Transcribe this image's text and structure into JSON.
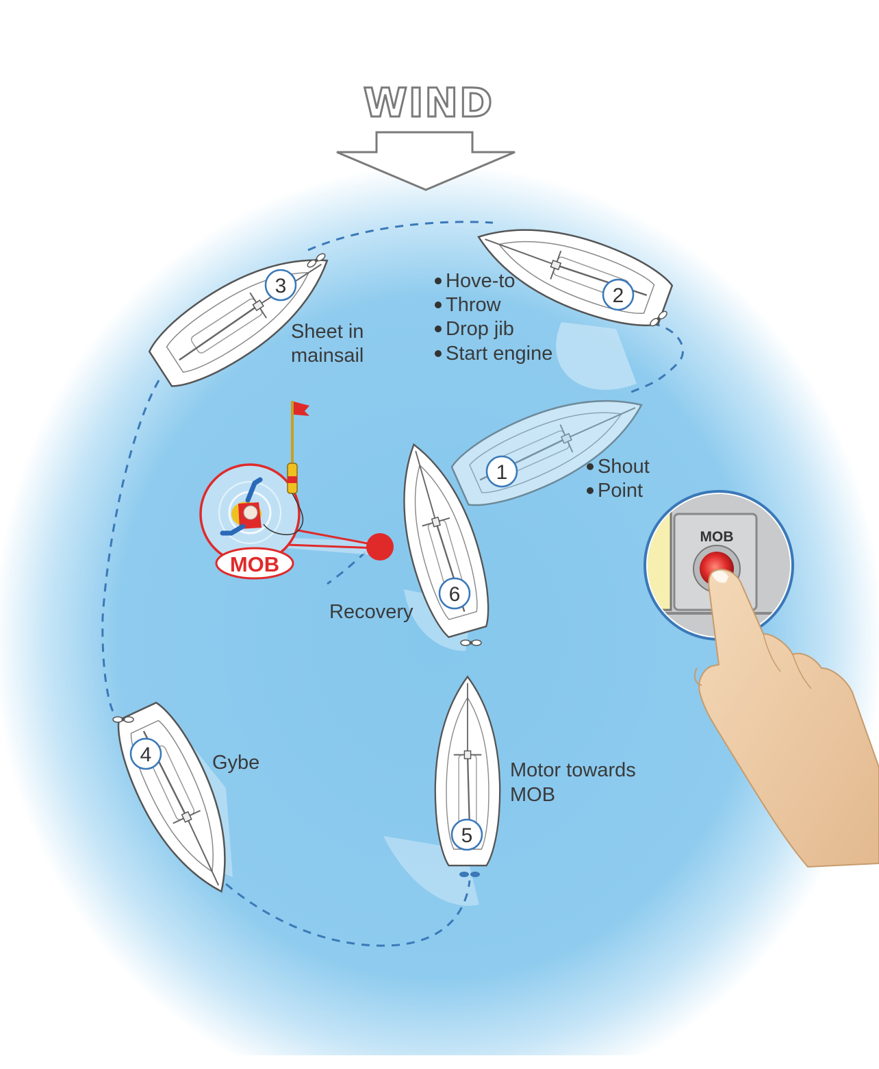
{
  "wind_label": "WIND",
  "colors": {
    "water": "#8ecbee",
    "water_edge": "#ffffff",
    "path": "#3a78b8",
    "mob_red": "#e02a2a",
    "boat_hull": "#ffffff",
    "boat_outline": "#555555"
  },
  "boats": [
    {
      "number": "1",
      "notes": [
        "Shout",
        "Point"
      ]
    },
    {
      "number": "2",
      "notes": [
        "Hove-to",
        "Throw",
        "Drop jib",
        "Start engine"
      ]
    },
    {
      "number": "3",
      "caption": [
        "Sheet in",
        "mainsail"
      ]
    },
    {
      "number": "4",
      "caption": [
        "Gybe"
      ]
    },
    {
      "number": "5",
      "caption": [
        "Motor towards",
        "MOB"
      ]
    },
    {
      "number": "6",
      "caption": [
        "Recovery"
      ]
    }
  ],
  "mob_marker_label": "MOB",
  "mob_button_label": "MOB",
  "icons": {
    "wind_arrow": "wind-arrow-icon",
    "person": "person-in-water-icon",
    "flag_buoy": "dan-buoy-flag-icon",
    "hand": "pointing-hand-icon",
    "button": "mob-button-icon"
  }
}
